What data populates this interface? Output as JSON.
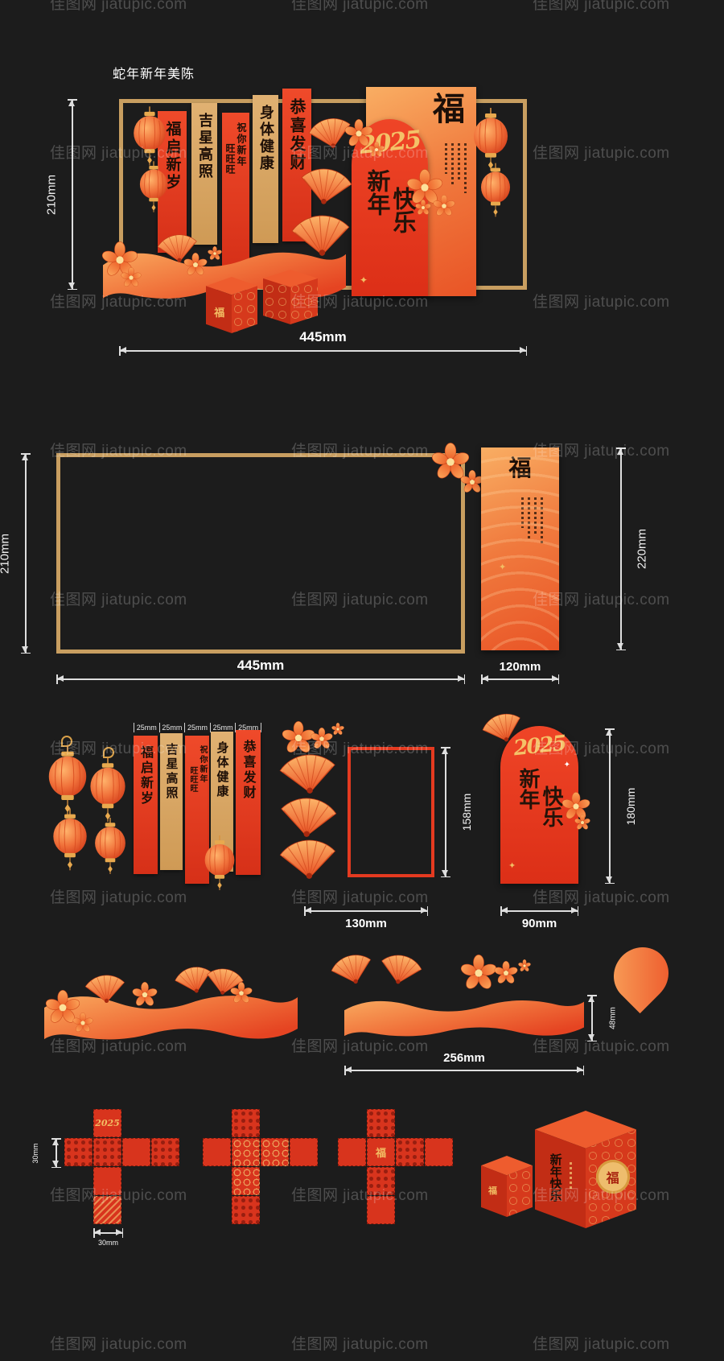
{
  "page": {
    "title": "蛇年新年美陈"
  },
  "watermark": {
    "text": "佳图网 jiatupic.com"
  },
  "texts": {
    "fu": "福",
    "year": "2025",
    "greet": "新年快乐",
    "greet_col1": "新年",
    "greet_col2": "快乐",
    "banner_fuqixinsui": "福启新岁",
    "banner_jixinggaozhao": "吉星高照",
    "banner_zhuni": "祝你新年",
    "banner_wang": "旺旺旺",
    "banner_shenti": "身体健康",
    "banner_gongxi": "恭喜发财",
    "sparkle": "✦"
  },
  "dims": {
    "scene_height": "210mm",
    "scene_width": "445mm",
    "frame_height": "210mm",
    "frame_width": "445mm",
    "panel_height": "220mm",
    "panel_width": "120mm",
    "strip_width": "25mm",
    "grid_height": "158mm",
    "grid_width": "130mm",
    "arch_height": "180mm",
    "arch_width": "90mm",
    "wave_height": "48mm",
    "wave_width": "256mm",
    "box_height": "30mm",
    "box_width": "30mm"
  }
}
